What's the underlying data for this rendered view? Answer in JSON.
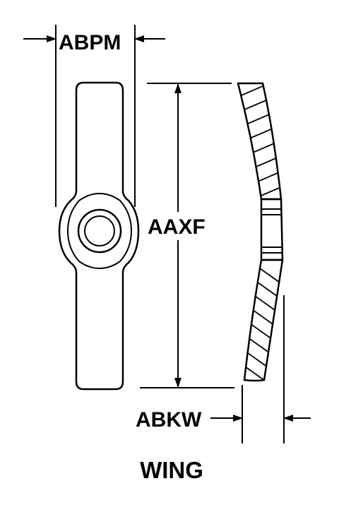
{
  "labels": {
    "width_dim": "ABPM",
    "height_dim": "AAXF",
    "thickness_dim": "ABKW",
    "part_name": "WING"
  },
  "colors": {
    "line": "#000000",
    "background": "#ffffff"
  }
}
